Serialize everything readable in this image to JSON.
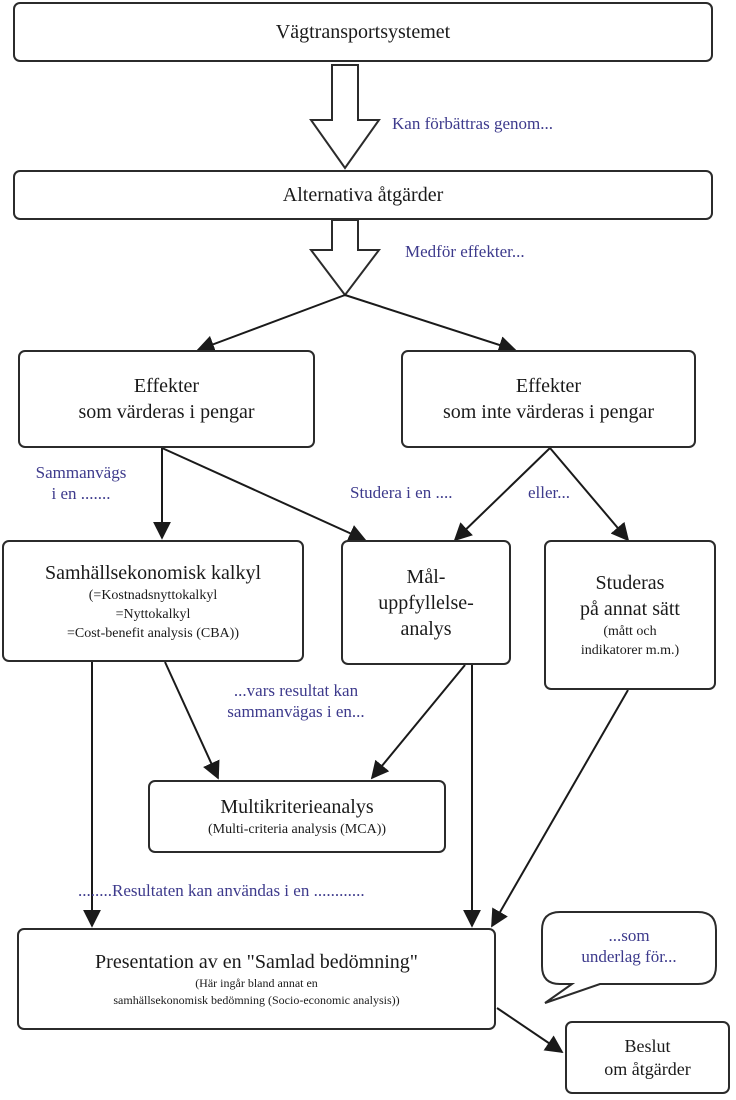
{
  "boxes": {
    "system": "Vägtransportsystemet",
    "alternatives": "Alternativa åtgärder",
    "money_effects": [
      "Effekter",
      "som värderas i pengar"
    ],
    "nonmoney_effects": [
      "Effekter",
      "som inte värderas i pengar"
    ],
    "cba": {
      "title": "Samhällsekonomisk kalkyl",
      "lines": [
        "(=Kostnadsnyttokalkyl",
        "=Nyttokalkyl",
        "=Cost-benefit analysis (CBA))"
      ]
    },
    "goal": [
      "Mål-",
      "uppfyllelse-",
      "analys"
    ],
    "other": {
      "title": [
        "Studeras",
        "på annat sätt"
      ],
      "lines": [
        "(mått och",
        "indikatorer m.m.)"
      ]
    },
    "mca": {
      "title": "Multikriterieanalys",
      "sub": "(Multi-criteria analysis (MCA))"
    },
    "presentation": {
      "title": "Presentation av en \"Samlad bedömning\"",
      "lines": [
        "(Här ingår bland annat en",
        "samhällsekonomisk bedömning (Socio-economic analysis))"
      ]
    },
    "decision": [
      "Beslut",
      "om åtgärder"
    ]
  },
  "annotations": {
    "improve": "Kan förbättras genom...",
    "effects": "Medför effekter...",
    "weighed": [
      "Sammanvägs",
      "i en ......."
    ],
    "study": "Studera i en ....",
    "or": "eller...",
    "result_weighed": [
      "...vars resultat kan",
      "sammanvägas i en..."
    ],
    "results_used": "........Resultaten kan användas i en ............",
    "basis": [
      "...som",
      "underlag för..."
    ]
  },
  "colors": {
    "annotation": "#3d3a8c",
    "border": "#2b2b2b"
  }
}
